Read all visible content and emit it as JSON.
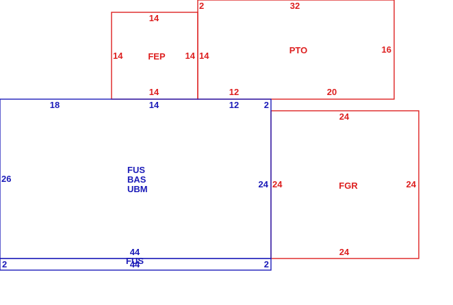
{
  "colors": {
    "red": "#dd1f1f",
    "blue": "#1a1ab8",
    "background": "#ffffff"
  },
  "areas": {
    "fep": {
      "code": "FEP",
      "top": "14",
      "bottom": "14",
      "left": "14",
      "right": "14"
    },
    "pto": {
      "code": "PTO",
      "top": "32",
      "top_left": "2",
      "left": "14",
      "right": "16",
      "bottom_left": "12",
      "bottom": "20"
    },
    "main": {
      "codes": [
        "FUS",
        "BAS",
        "UBM"
      ],
      "top_left": "18",
      "top_mid": "14",
      "top_right": "12",
      "top_corner": "2",
      "left": "26",
      "right": "24",
      "bottom": "44"
    },
    "fgr": {
      "code": "FGR",
      "top": "24",
      "bottom": "24",
      "left": "24",
      "right": "24"
    },
    "strip": {
      "code": "FUS",
      "top": "44",
      "left": "2",
      "right": "2"
    }
  }
}
